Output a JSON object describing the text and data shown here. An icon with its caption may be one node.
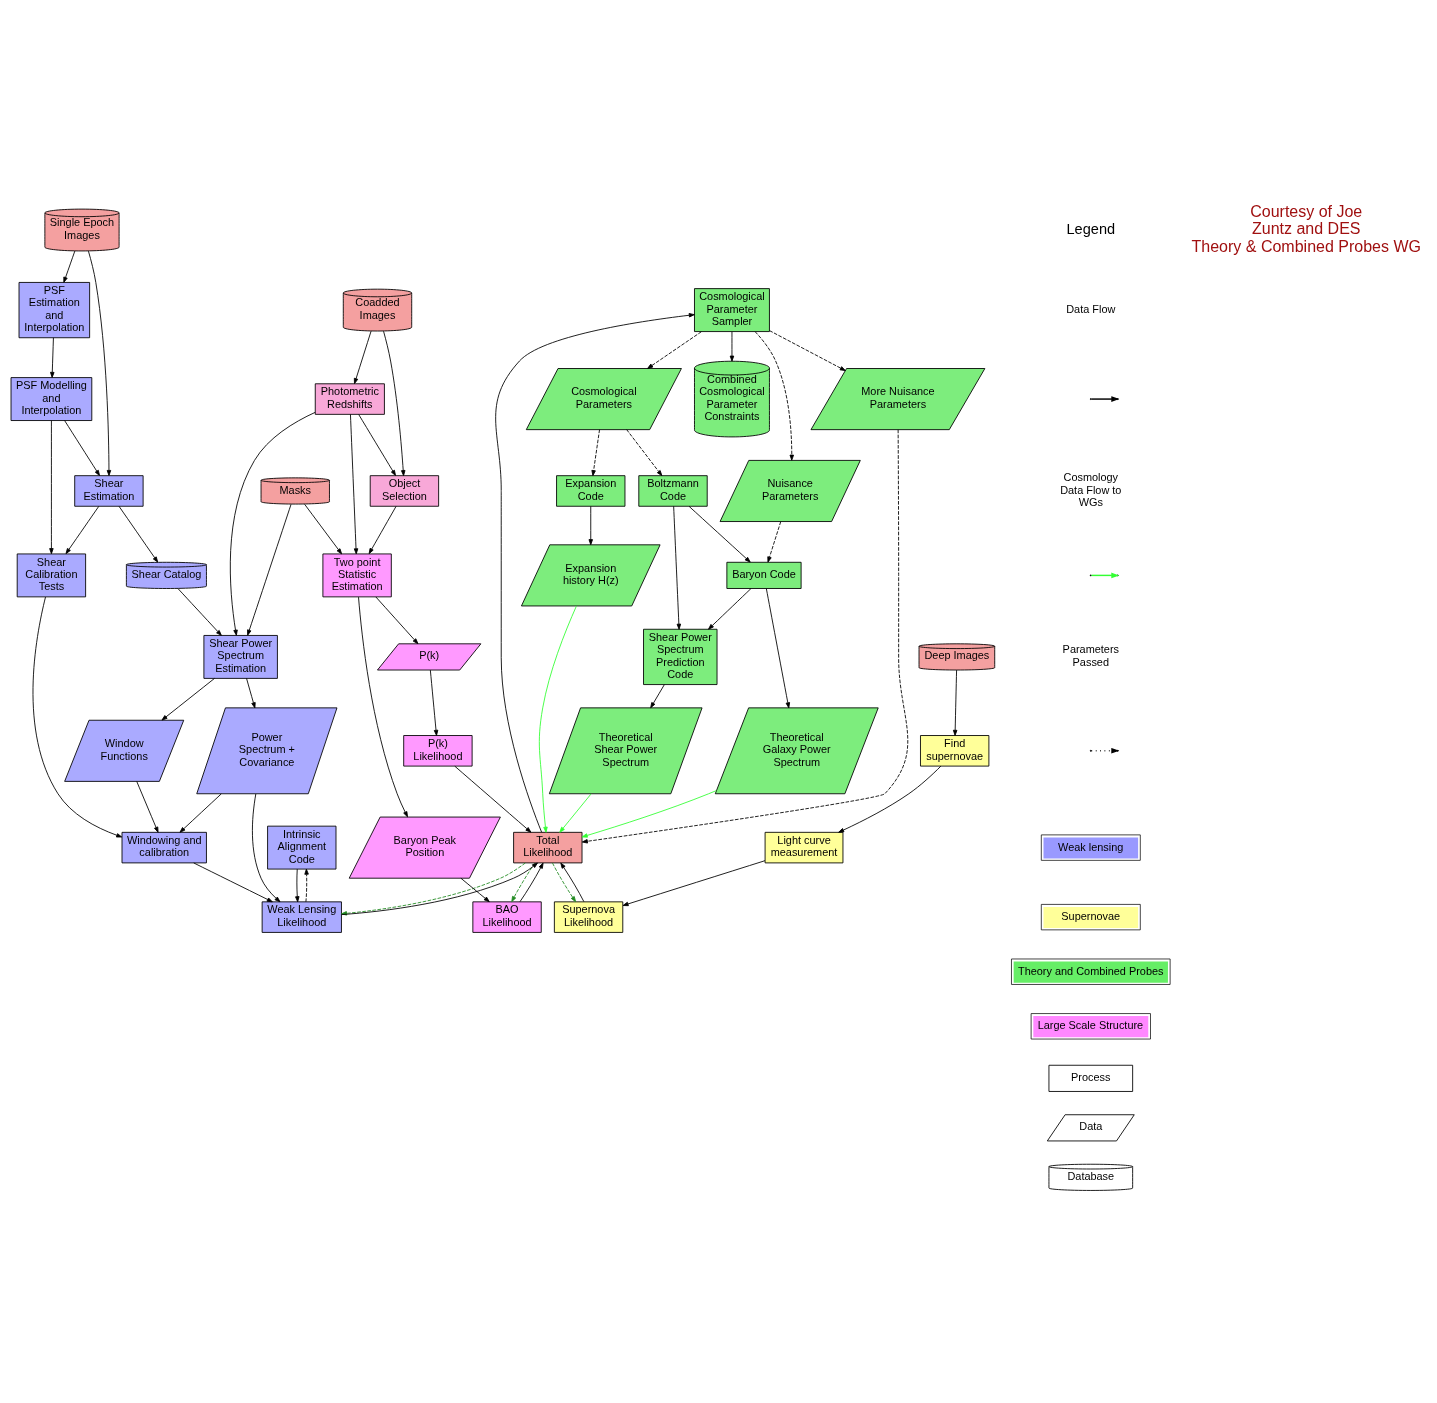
{
  "diagram": {
    "nodes": [
      {
        "text": [
          "Cosmological Parameter Sampler"
        ]
      },
      {
        "text": [
          "Combined Cosmological Parameter Constraints"
        ]
      },
      {
        "text": [
          "Nuisance Parameters"
        ]
      },
      {
        "text": [
          "Cosmological Parameters"
        ]
      },
      {
        "text": [
          "More Nuisance Parameters"
        ]
      },
      {
        "text": [
          "Baryon Code"
        ]
      },
      {
        "text": [
          "Boltzmann Code"
        ]
      },
      {
        "text": [
          "Expansion Code"
        ]
      },
      {
        "text": [
          "Shear Power Spectrum Prediction Code"
        ]
      },
      {
        "text": [
          "Theoretical Shear Power Spectrum"
        ]
      },
      {
        "text": [
          "Theoretical Galaxy Power Spectrum"
        ]
      },
      {
        "text": [
          "Expansion history H(z)"
        ]
      },
      {
        "text": [
          "Total Likelihood"
        ]
      },
      {
        "text": [
          "Intrinsic Alignment Code"
        ]
      },
      {
        "text": [
          "Weak Lensing Likelihood"
        ]
      },
      {
        "text": [
          "Supernova Likelihood"
        ]
      },
      {
        "text": [
          "Windowing and calibration"
        ]
      },
      {
        "text": [
          "Power Spectrum + Covariance"
        ]
      },
      {
        "text": [
          "BAO Likelihood"
        ]
      },
      {
        "text": [
          "P(k) Likelihood"
        ]
      },
      {
        "text": [
          "Light curve measurement"
        ]
      },
      {
        "text": [
          "Find supernovae"
        ]
      },
      {
        "text": [
          "Window Functions"
        ]
      },
      {
        "text": [
          "Baryon Peak Position"
        ]
      },
      {
        "text": [
          "P(k)"
        ]
      },
      {
        "text": [
          "Deep Images"
        ]
      },
      {
        "text": [
          "Shear Power Spectrum Estimation"
        ]
      },
      {
        "text": [
          "Masks"
        ]
      },
      {
        "text": [
          "Two point Statistic Estimation"
        ]
      },
      {
        "text": [
          "Shear Catalog"
        ]
      },
      {
        "text": [
          "Photometric Redshifts"
        ]
      },
      {
        "text": [
          "Object Selection"
        ]
      },
      {
        "text": [
          "Shear Calibration Tests"
        ]
      },
      {
        "text": [
          "Shear Estimation"
        ]
      },
      {
        "text": [
          "PSF Modelling and Interpolation"
        ]
      },
      {
        "text": [
          "PSF Estimation and Interpolation"
        ]
      },
      {
        "text": [
          "Single Epoch Images"
        ]
      },
      {
        "text": [
          "Coadded Images"
        ]
      }
    ],
    "edges": [
      {
        "from": 0,
        "to": 1,
        "arrow": "to"
      },
      {
        "from": 12,
        "to": 0,
        "arrow": "to"
      },
      {
        "from": 0,
        "to": 2,
        "arrow": "to",
        "style": "dashed"
      },
      {
        "from": 0,
        "to": 3,
        "arrow": "to",
        "style": "dashed"
      },
      {
        "from": 0,
        "to": 4,
        "arrow": "to",
        "style": "dashed"
      },
      {
        "from": 4,
        "to": 12,
        "arrow": "to",
        "style": "dashed"
      },
      {
        "from": 2,
        "to": 5,
        "arrow": "to",
        "style": "dashed"
      },
      {
        "from": 3,
        "to": 6,
        "arrow": "to",
        "style": "dashed"
      },
      {
        "from": 3,
        "to": 7,
        "arrow": "to",
        "style": "dashed"
      },
      {
        "from": 6,
        "to": 5,
        "arrow": "to"
      },
      {
        "from": 5,
        "to": 8,
        "arrow": "to"
      },
      {
        "from": 6,
        "to": 8,
        "arrow": "to"
      },
      {
        "from": 5,
        "to": 10,
        "arrow": "to"
      },
      {
        "from": 7,
        "to": 11,
        "arrow": "to"
      },
      {
        "from": 8,
        "to": 9,
        "arrow": "to"
      },
      {
        "from": 9,
        "to": 12,
        "arrow": "to",
        "color": "#33ff33"
      },
      {
        "from": 10,
        "to": 12,
        "arrow": "to",
        "color": "#33ff33"
      },
      {
        "from": 11,
        "to": 12,
        "arrow": "to",
        "color": "#33ff33"
      },
      {
        "from": 12,
        "to": 14,
        "arrow": "to",
        "style": "dashed",
        "color": "#228b22"
      },
      {
        "from": 14,
        "to": 12,
        "arrow": "to"
      },
      {
        "from": 12,
        "to": 15,
        "arrow": "to",
        "style": "dashed",
        "color": "#228b22"
      },
      {
        "from": 15,
        "to": 12,
        "arrow": "to"
      },
      {
        "from": 12,
        "to": 18,
        "arrow": "to",
        "style": "dashed",
        "color": "#228b22"
      },
      {
        "from": 14,
        "to": 13,
        "arrow": "to",
        "style": "dashed"
      },
      {
        "from": 13,
        "to": 14,
        "arrow": "to"
      },
      {
        "from": 16,
        "to": 14,
        "arrow": "to"
      },
      {
        "from": 17,
        "to": 14,
        "arrow": "to"
      },
      {
        "from": 18,
        "to": 12,
        "arrow": "to"
      },
      {
        "from": 19,
        "to": 12,
        "arrow": "to"
      },
      {
        "from": 20,
        "to": 15,
        "arrow": "to"
      },
      {
        "from": 21,
        "to": 20,
        "arrow": "to"
      },
      {
        "from": 17,
        "to": 16,
        "arrow": "to"
      },
      {
        "from": 22,
        "to": 16,
        "arrow": "to"
      },
      {
        "from": 23,
        "to": 18,
        "arrow": "to"
      },
      {
        "from": 24,
        "to": 19,
        "arrow": "to"
      },
      {
        "from": 25,
        "to": 21,
        "arrow": "to"
      },
      {
        "from": 26,
        "to": 17,
        "arrow": "to"
      },
      {
        "from": 26,
        "to": 22,
        "arrow": "to"
      },
      {
        "from": 27,
        "to": 26,
        "arrow": "to"
      },
      {
        "from": 27,
        "to": 28,
        "arrow": "to"
      },
      {
        "from": 28,
        "to": 23,
        "arrow": "to"
      },
      {
        "from": 28,
        "to": 24,
        "arrow": "to"
      },
      {
        "from": 29,
        "to": 26,
        "arrow": "to"
      },
      {
        "from": 30,
        "to": 26,
        "arrow": "to"
      },
      {
        "from": 30,
        "to": 28,
        "arrow": "to"
      },
      {
        "from": 30,
        "to": 31,
        "arrow": "to"
      },
      {
        "from": 31,
        "to": 28,
        "arrow": "to"
      },
      {
        "from": 32,
        "to": 16,
        "arrow": "to"
      },
      {
        "from": 33,
        "to": 32,
        "arrow": "to"
      },
      {
        "from": 33,
        "to": 29,
        "arrow": "to"
      },
      {
        "from": 34,
        "to": 33,
        "arrow": "to"
      },
      {
        "from": 34,
        "to": 32,
        "arrow": "to"
      },
      {
        "from": 35,
        "to": 34,
        "arrow": "to"
      },
      {
        "from": 36,
        "to": 35,
        "arrow": "to"
      },
      {
        "from": 36,
        "to": 33,
        "arrow": "to"
      },
      {
        "from": 37,
        "to": 30,
        "arrow": "to"
      },
      {
        "from": 37,
        "to": 31,
        "arrow": "to"
      }
    ],
    "labels": [
      "Legend",
      "Courtesy of Joe Zuntz and DES Theory & Combined Probes WG"
    ],
    "legend": [
      {
        "text": "Data Flow"
      },
      {
        "text": "Cosmology Data Flow to WGs"
      },
      {
        "text": "Parameters Passed"
      },
      {
        "text": "Weak lensing",
        "color": "#9999ff"
      },
      {
        "text": "Supernovae",
        "color": "#ffff99"
      },
      {
        "text": "Theory and Combined Probes",
        "color": "#66ee66"
      },
      {
        "text": "Large Scale Structure",
        "color": "#ff88ff"
      },
      {
        "text": "Process"
      },
      {
        "text": "Data"
      },
      {
        "text": "Database"
      }
    ]
  }
}
